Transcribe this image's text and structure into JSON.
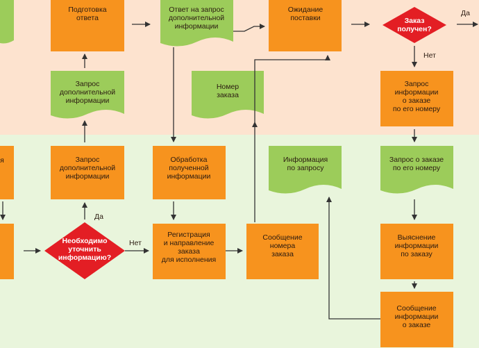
{
  "colors": {
    "top_band": "#fde3cf",
    "bottom_band": "#e9f5dc",
    "process": "#f7931e",
    "document": "#9ccc5a",
    "decision": "#e31e24",
    "arrow": "#333333"
  },
  "nodes": {
    "prep_answer": "Подготовка\nответа",
    "answer_request": "Ответ на запрос\nдополнительной\nинформации",
    "wait_delivery": "Ожидание\nпоставки",
    "order_received": "Заказ\nполучен?",
    "request_extra_doc": "Запрос\nдополнительной\nинформации",
    "order_number": "Номер\nзаказа",
    "request_order_info": "Запрос\nинформации\nо заказе\nпо его номеру",
    "left_partial_top": "я",
    "request_extra_proc": "Запрос\nдополнительной\nинформации",
    "process_received": "Обработка\nполученной\nинформации",
    "info_on_request": "Информация\nпо запросу",
    "order_query": "Запрос о заказе\nпо его номеру",
    "need_clarify": "Необходимо\nуточнить\nинформацию?",
    "register_direct": "Регистрация\nи направление\nзаказа\nдля исполнения",
    "order_number_msg": "Сообщение\nномера\nзаказа",
    "clarify_order": "Выяснение\nинформации\nпо заказу",
    "order_info_msg": "Сообщение\nинформации\nо заказе"
  },
  "labels": {
    "yes_top": "Да",
    "no_top": "Нет",
    "yes_mid": "Да",
    "no_mid": "Нет"
  }
}
